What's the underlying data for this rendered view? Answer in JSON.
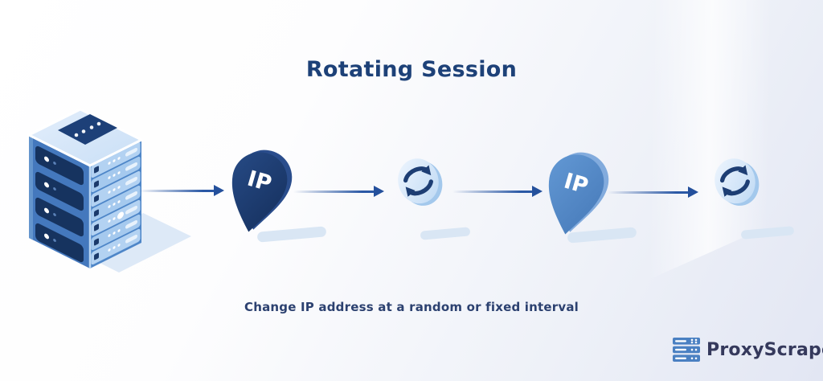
{
  "title": "Rotating Session",
  "caption": "Change IP address at a random or fixed interval",
  "flow": {
    "nodes": [
      {
        "id": "proxy-server",
        "type": "server",
        "icon": "server-tower-icon"
      },
      {
        "id": "ip-1",
        "type": "ip-pin",
        "label": "IP",
        "variant": "dark-navy"
      },
      {
        "id": "rotate-1",
        "type": "refresh",
        "icon": "refresh-cycle-icon"
      },
      {
        "id": "ip-2",
        "type": "ip-pin",
        "label": "IP",
        "variant": "medium-blue"
      },
      {
        "id": "rotate-2",
        "type": "refresh",
        "icon": "refresh-cycle-icon"
      }
    ],
    "arrow_count": 4
  },
  "logo": {
    "text": "ProxyScrape",
    "icon": "server-stack-icon"
  },
  "colors": {
    "title_text": "#1d4178",
    "caption_text": "#2c4170",
    "arrow": "#2a58a5",
    "pin_dark": "#1d3e74",
    "pin_light": "#5e93cf",
    "refresh_glyph": "#1d3e74",
    "disc_fill": "#cde1f7",
    "icon_shadow": "#d9e6f4",
    "logo_icon": "#4a80c2",
    "logo_text": "#35395c",
    "background_start": "#ffffff",
    "background_end": "#e2e6f3"
  }
}
